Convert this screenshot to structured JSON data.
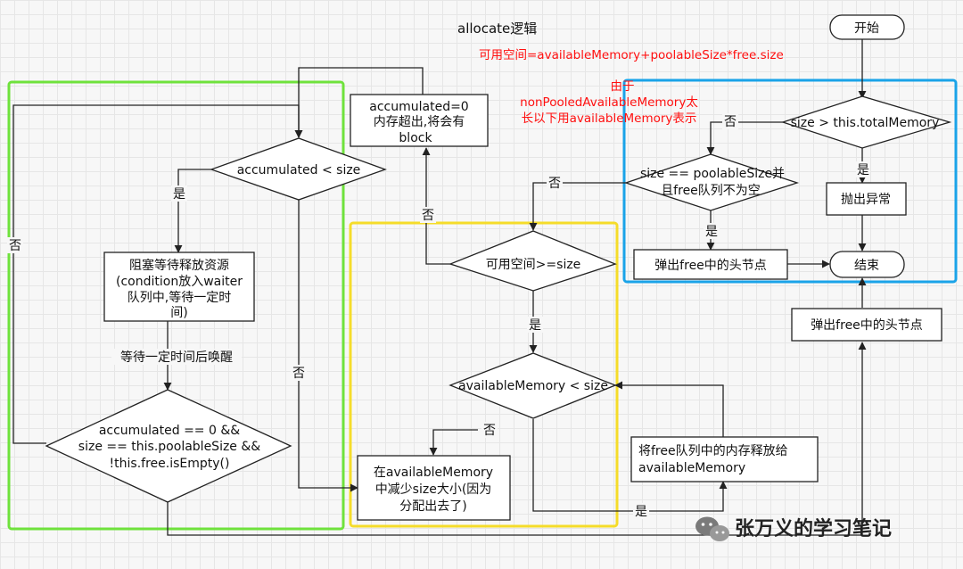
{
  "title": "allocate逻辑",
  "notes": {
    "available_formula": "可用空间=availableMemory+poolableSize*free.size",
    "note_line1": "由于",
    "note_line2": "nonPooledAvailableMemory太",
    "note_line3": "长以下用availableMemory表示"
  },
  "nodes": {
    "start": "开始",
    "end": "结束",
    "check_total_memory": "size > this.totalMemory",
    "throw_exception": "抛出异常",
    "check_poolable_l1": "size == poolableSize并",
    "check_poolable_l2": "且free队列不为空",
    "pop_free_head_1": "弹出free中的头节点",
    "pop_free_head_2": "弹出free中的头节点",
    "check_available_space": "可用空间>=size",
    "check_available_memory": "availableMemory < size",
    "release_free_l1": "将free队列中的内存释放给",
    "release_free_l2": "availableMemory",
    "reduce_memory_l1": "在availableMemory",
    "reduce_memory_l2": "中减少size大小(因为",
    "reduce_memory_l3": "分配出去了)",
    "accumulated_zero_l1": "accumulated=0",
    "accumulated_zero_l2": "内存超出,将会有",
    "accumulated_zero_l3": "block",
    "check_accumulated": "accumulated < size",
    "block_wait_l1": "阻塞等待释放资源",
    "block_wait_l2": "(condition放入waiter",
    "block_wait_l3": "队列中,等待一定时",
    "block_wait_l4": "间)",
    "check_empty_l1": "accumulated == 0 &&",
    "check_empty_l2": "size == this.poolableSize &&",
    "check_empty_l3": "!this.free.isEmpty()"
  },
  "edge_labels": {
    "yes": "是",
    "no": "否",
    "wake_after_wait": "等待一定时间后唤醒"
  },
  "watermark": "张万义的学习笔记",
  "colors": {
    "green_group": "#6fe23c",
    "yellow_group": "#f5dc2a",
    "blue_group": "#1aa3e8",
    "note_red": "#ff1010"
  }
}
